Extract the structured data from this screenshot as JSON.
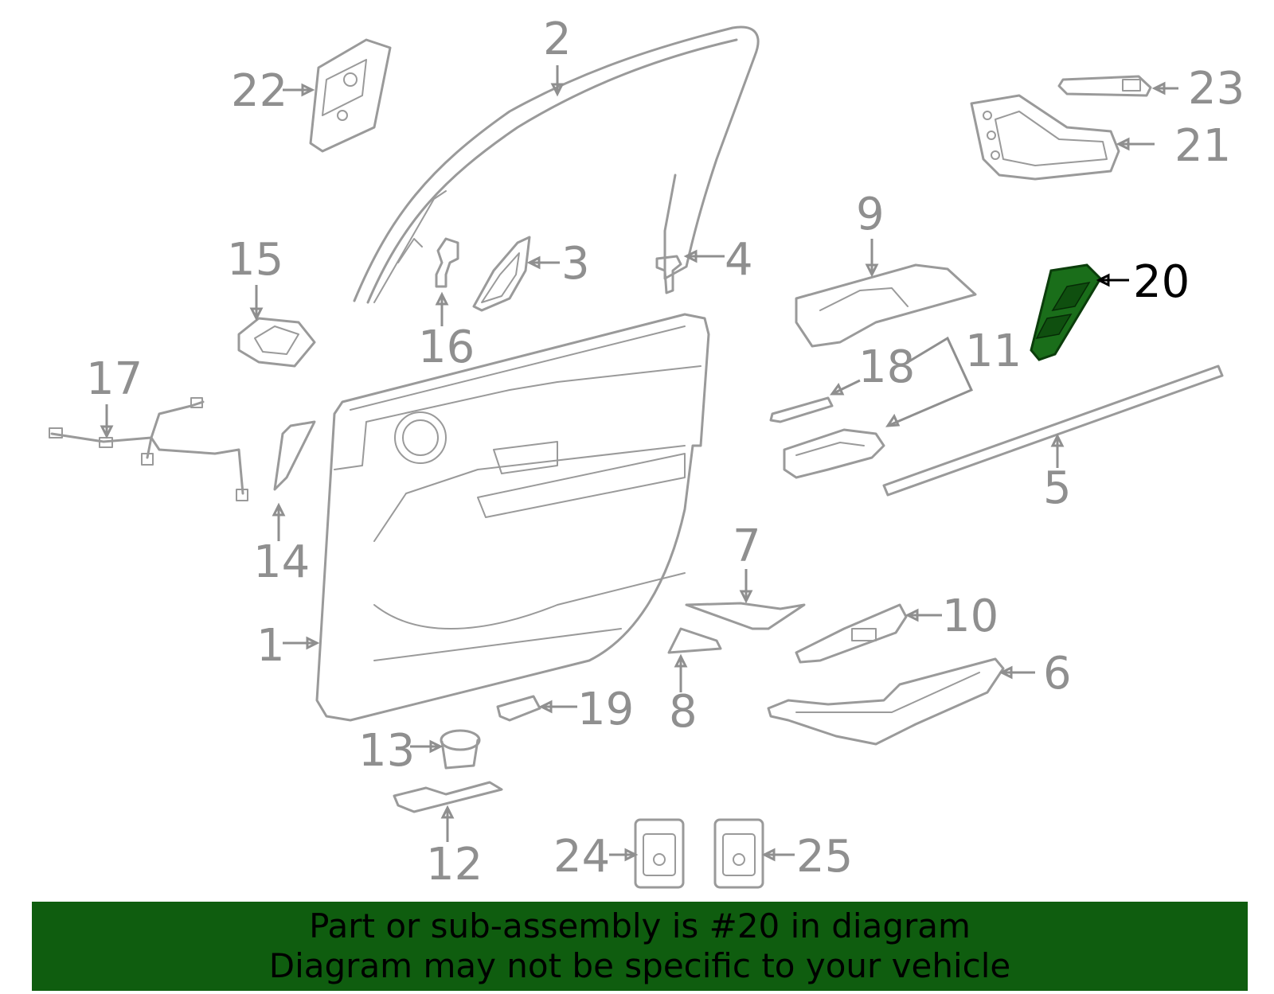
{
  "diagram": {
    "highlight_color": "#1a6e1a",
    "highlighted_part": "20",
    "callouts": [
      "1",
      "2",
      "3",
      "4",
      "5",
      "6",
      "7",
      "8",
      "9",
      "10",
      "11",
      "12",
      "13",
      "14",
      "15",
      "16",
      "17",
      "18",
      "19",
      "20",
      "21",
      "22",
      "23",
      "24",
      "25"
    ]
  },
  "banner": {
    "background": "#0f5d0f",
    "line1": "Part or sub-assembly is #20 in diagram",
    "line2": "Diagram may not be specific to your vehicle"
  }
}
